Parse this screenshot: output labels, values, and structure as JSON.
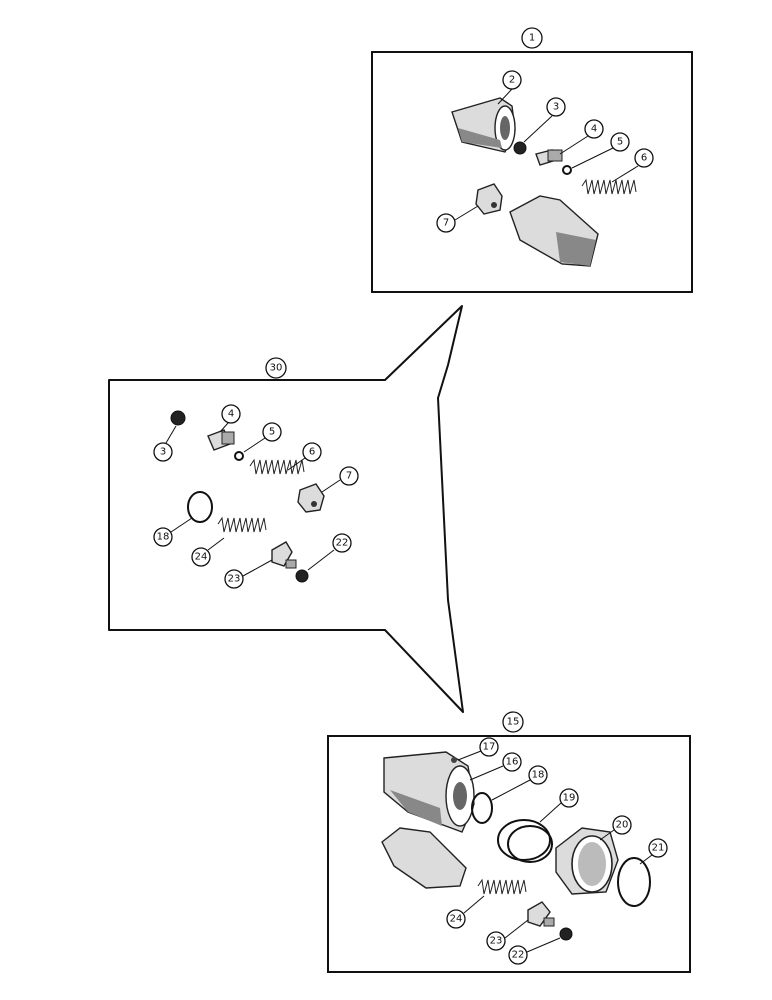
{
  "panels": {
    "top": {
      "callout": "1",
      "labels": {
        "n2": "2",
        "n3": "3",
        "n4": "4",
        "n5": "5",
        "n6": "6",
        "n7": "7"
      }
    },
    "middle": {
      "callout": "30",
      "labels": {
        "n3": "3",
        "n4": "4",
        "n5": "5",
        "n6": "6",
        "n7": "7",
        "n18": "18",
        "n22": "22",
        "n23": "23",
        "n24": "24"
      }
    },
    "bottom": {
      "callout": "15",
      "labels": {
        "n16": "16",
        "n17": "17",
        "n18": "18",
        "n19": "19",
        "n20": "20",
        "n21": "21",
        "n22": "22",
        "n23": "23",
        "n24": "24"
      }
    }
  }
}
